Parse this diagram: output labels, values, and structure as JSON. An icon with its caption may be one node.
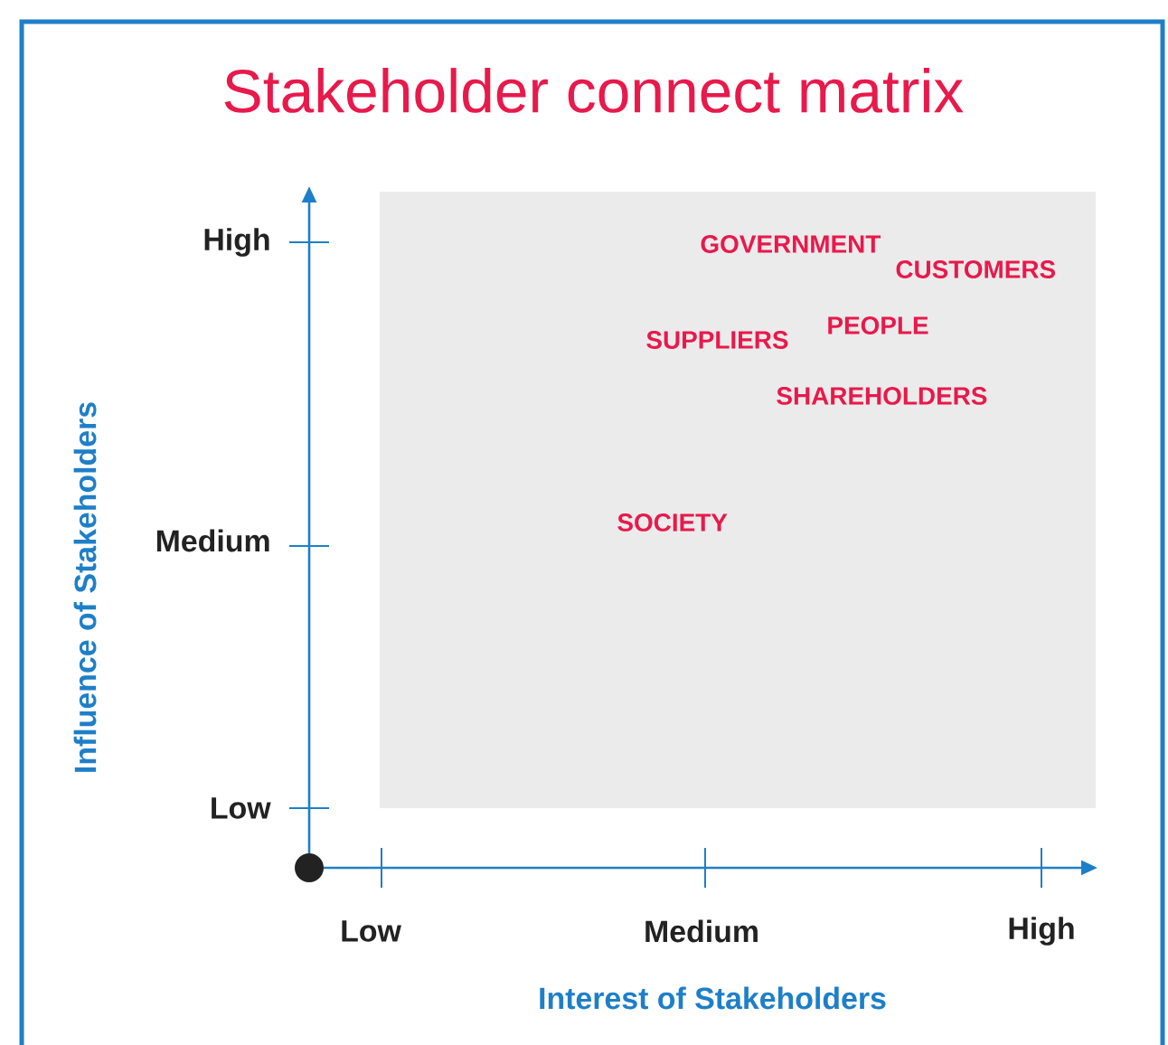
{
  "diagram": {
    "title": "Stakeholder connect matrix",
    "labels": [
      "High",
      "GOVERNMENT",
      "CUSTOMERS",
      "SUPPLIERS",
      "PEOPLE",
      "SHAREHOLDERS",
      "Influence of Stakeholders",
      "Medium",
      "SOCIETY",
      "Low",
      "Low",
      "Medium",
      "High",
      "Interest of Stakeholders"
    ]
  }
}
